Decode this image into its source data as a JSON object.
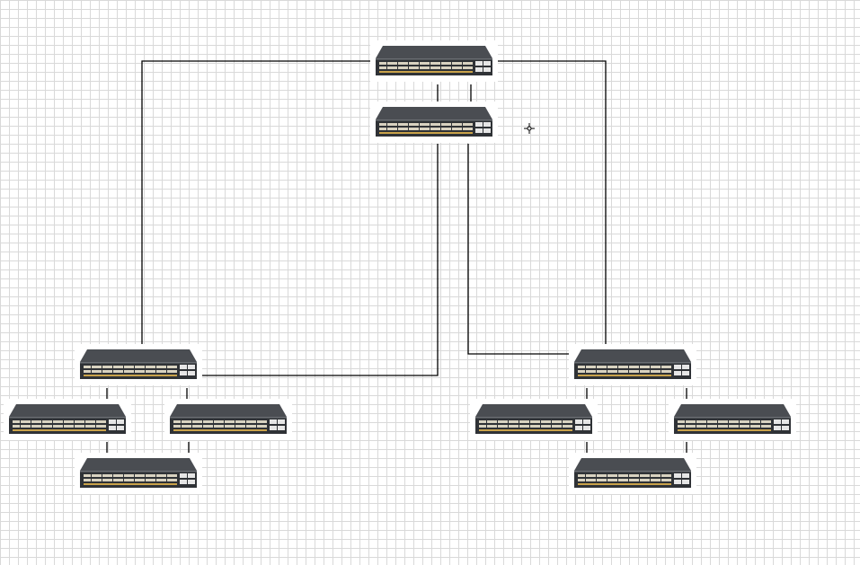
{
  "diagram": {
    "type": "network-topology",
    "grid": true,
    "line_color": "#000000",
    "device_icon": "network-switch-icon",
    "device_color": "#3a3d42",
    "port_color": "#c9a24a",
    "groups": [
      {
        "id": "core",
        "switches": [
          "core-switch-1",
          "core-switch-2"
        ]
      },
      {
        "id": "left-stack",
        "switches": [
          "left-switch-top",
          "left-switch-mid-left",
          "left-switch-mid-right",
          "left-switch-bottom"
        ]
      },
      {
        "id": "right-stack",
        "switches": [
          "right-switch-top",
          "right-switch-mid-left",
          "right-switch-mid-right",
          "right-switch-bottom"
        ]
      }
    ],
    "links": [
      [
        "core-switch-1",
        "core-switch-2"
      ],
      [
        "core-switch-1",
        "core-switch-2"
      ],
      [
        "core-switch-1",
        "left-switch-top"
      ],
      [
        "core-switch-1",
        "right-switch-top"
      ],
      [
        "core-switch-2",
        "left-switch-top"
      ],
      [
        "core-switch-2",
        "right-switch-top"
      ],
      [
        "left-switch-top",
        "left-switch-mid-left"
      ],
      [
        "left-switch-top",
        "left-switch-mid-right"
      ],
      [
        "left-switch-mid-left",
        "left-switch-bottom"
      ],
      [
        "left-switch-mid-right",
        "left-switch-bottom"
      ],
      [
        "right-switch-top",
        "right-switch-mid-left"
      ],
      [
        "right-switch-top",
        "right-switch-mid-right"
      ],
      [
        "right-switch-mid-left",
        "right-switch-bottom"
      ],
      [
        "right-switch-mid-right",
        "right-switch-bottom"
      ]
    ]
  }
}
